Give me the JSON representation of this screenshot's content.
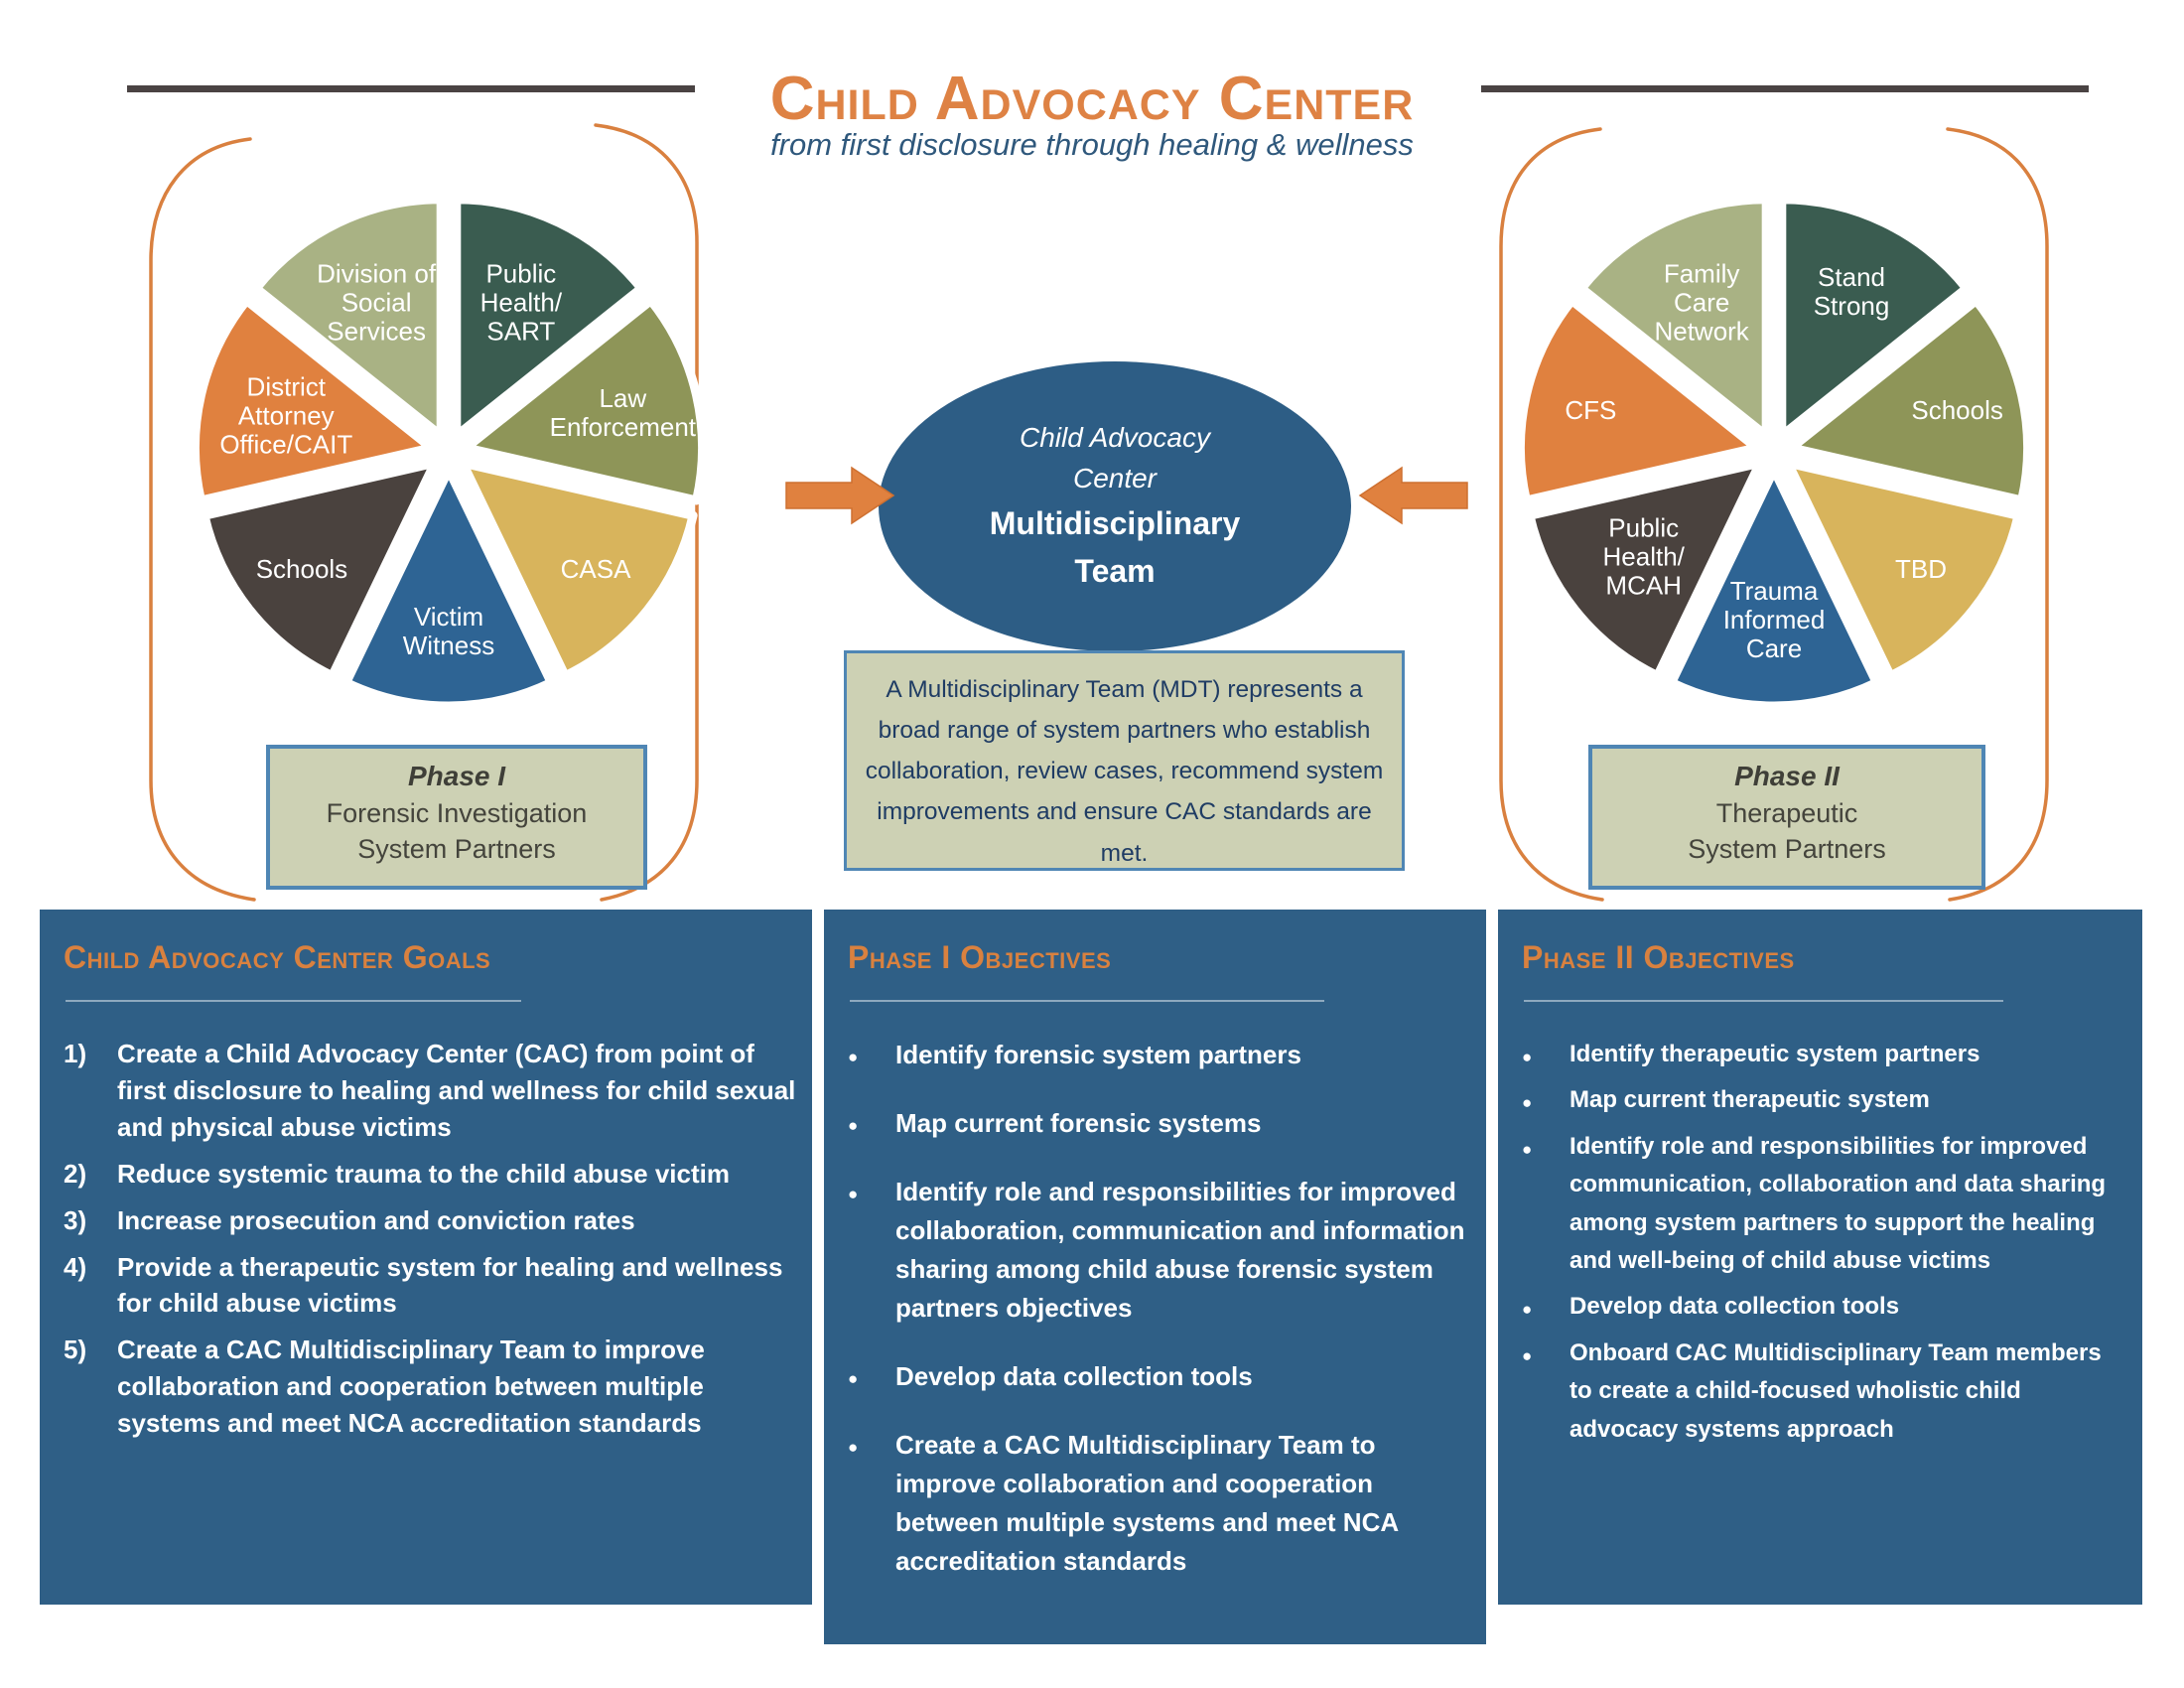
{
  "header": {
    "title": "Child Advocacy Center",
    "subtitle": "from first disclosure through healing & wellness"
  },
  "colors": {
    "accent_orange": "#DE8244",
    "title_rule_gray": "#4A4343",
    "subtitle_blue": "#2F587C",
    "panel_blue": "#2F5F86",
    "ellipse_blue": "#2D5D85",
    "box_background": "#CDD1B4",
    "box_border_blue": "#4F86B4",
    "mdt_text_navy": "#1F3C64",
    "slice_sage": "#A9B284",
    "slice_teal": "#3A5C50",
    "slice_olive": "#8E9558",
    "slice_gold": "#D8B45C",
    "slice_blue": "#2E6494",
    "slice_charcoal": "#4A423E",
    "slice_orange": "#E0813F"
  },
  "left_group": {
    "phase_box": {
      "title": "Phase I",
      "line1": "Forensic Investigation",
      "line2": "System Partners"
    },
    "pie_slices": [
      {
        "label": "Public Health/SART",
        "lines": [
          "Public",
          "Health/",
          "SART"
        ],
        "color": "#3A5C50"
      },
      {
        "label": "Law Enforcement",
        "lines": [
          "Law",
          "Enforcement"
        ],
        "color": "#8E9558"
      },
      {
        "label": "CASA",
        "lines": [
          "CASA"
        ],
        "color": "#D8B45C"
      },
      {
        "label": "Victim Witness",
        "lines": [
          "Victim",
          "Witness"
        ],
        "color": "#2E6494"
      },
      {
        "label": "Schools",
        "lines": [
          "Schools"
        ],
        "color": "#4A423E"
      },
      {
        "label": "District Attorney Office/CAIT",
        "lines": [
          "District",
          "Attorney",
          "Office/CAIT"
        ],
        "color": "#E0813F"
      },
      {
        "label": "Division of Social Services",
        "lines": [
          "Division of",
          "Social",
          "Services"
        ],
        "color": "#A9B284"
      }
    ]
  },
  "right_group": {
    "phase_box": {
      "title": "Phase II",
      "line1": "Therapeutic",
      "line2": "System Partners"
    },
    "pie_slices": [
      {
        "label": "Stand Strong",
        "lines": [
          "Stand",
          "Strong"
        ],
        "color": "#3A5C50"
      },
      {
        "label": "Schools",
        "lines": [
          "Schools"
        ],
        "color": "#8E9558"
      },
      {
        "label": "TBD",
        "lines": [
          "TBD"
        ],
        "color": "#D8B45C"
      },
      {
        "label": "Trauma Informed Care",
        "lines": [
          "Trauma",
          "Informed",
          "Care"
        ],
        "color": "#2E6494"
      },
      {
        "label": "Public Health/MCAH",
        "lines": [
          "Public",
          "Health/",
          "MCAH"
        ],
        "color": "#4A423E"
      },
      {
        "label": "CFS",
        "lines": [
          "CFS"
        ],
        "color": "#E0813F"
      },
      {
        "label": "Family Care Network",
        "lines": [
          "Family",
          "Care",
          "Network"
        ],
        "color": "#A9B284"
      }
    ]
  },
  "center": {
    "ellipse": {
      "line1_italic": "Child Advocacy",
      "line2_italic": "Center",
      "line3_bold": "Multidisciplinary",
      "line4_bold": "Team"
    },
    "mdt_text": "A Multidisciplinary Team (MDT) represents a broad range of system partners who establish collaboration, review cases, recommend system improvements and ensure CAC standards are met."
  },
  "panels": {
    "goals": {
      "header": "Child Advocacy Center Goals",
      "items": [
        "Create a Child Advocacy Center (CAC) from point of first disclosure to healing and wellness for child sexual and physical abuse victims",
        "Reduce systemic trauma to the child abuse victim",
        "Increase prosecution and conviction rates",
        "Provide a therapeutic system for healing and wellness for child abuse victims",
        "Create a CAC Multidisciplinary Team to improve collaboration and cooperation between multiple systems and meet NCA accreditation standards"
      ]
    },
    "phase1": {
      "header": "Phase I Objectives",
      "items": [
        "Identify forensic system partners",
        "Map current forensic systems",
        "Identify role and responsibilities for improved collaboration, communication and information sharing among child abuse forensic system partners objectives",
        "Develop data collection tools",
        "Create a CAC Multidisciplinary Team to improve collaboration and cooperation between multiple systems and meet NCA accreditation standards"
      ]
    },
    "phase2": {
      "header": "Phase II Objectives",
      "items": [
        "Identify therapeutic system partners",
        "Map current therapeutic system",
        "Identify role and responsibilities for improved communication, collaboration and data sharing among system partners to support the healing and well-being of child abuse victims",
        "Develop data collection tools",
        "Onboard CAC Multidisciplinary Team members to create a child-focused wholistic child advocacy systems approach"
      ]
    }
  }
}
